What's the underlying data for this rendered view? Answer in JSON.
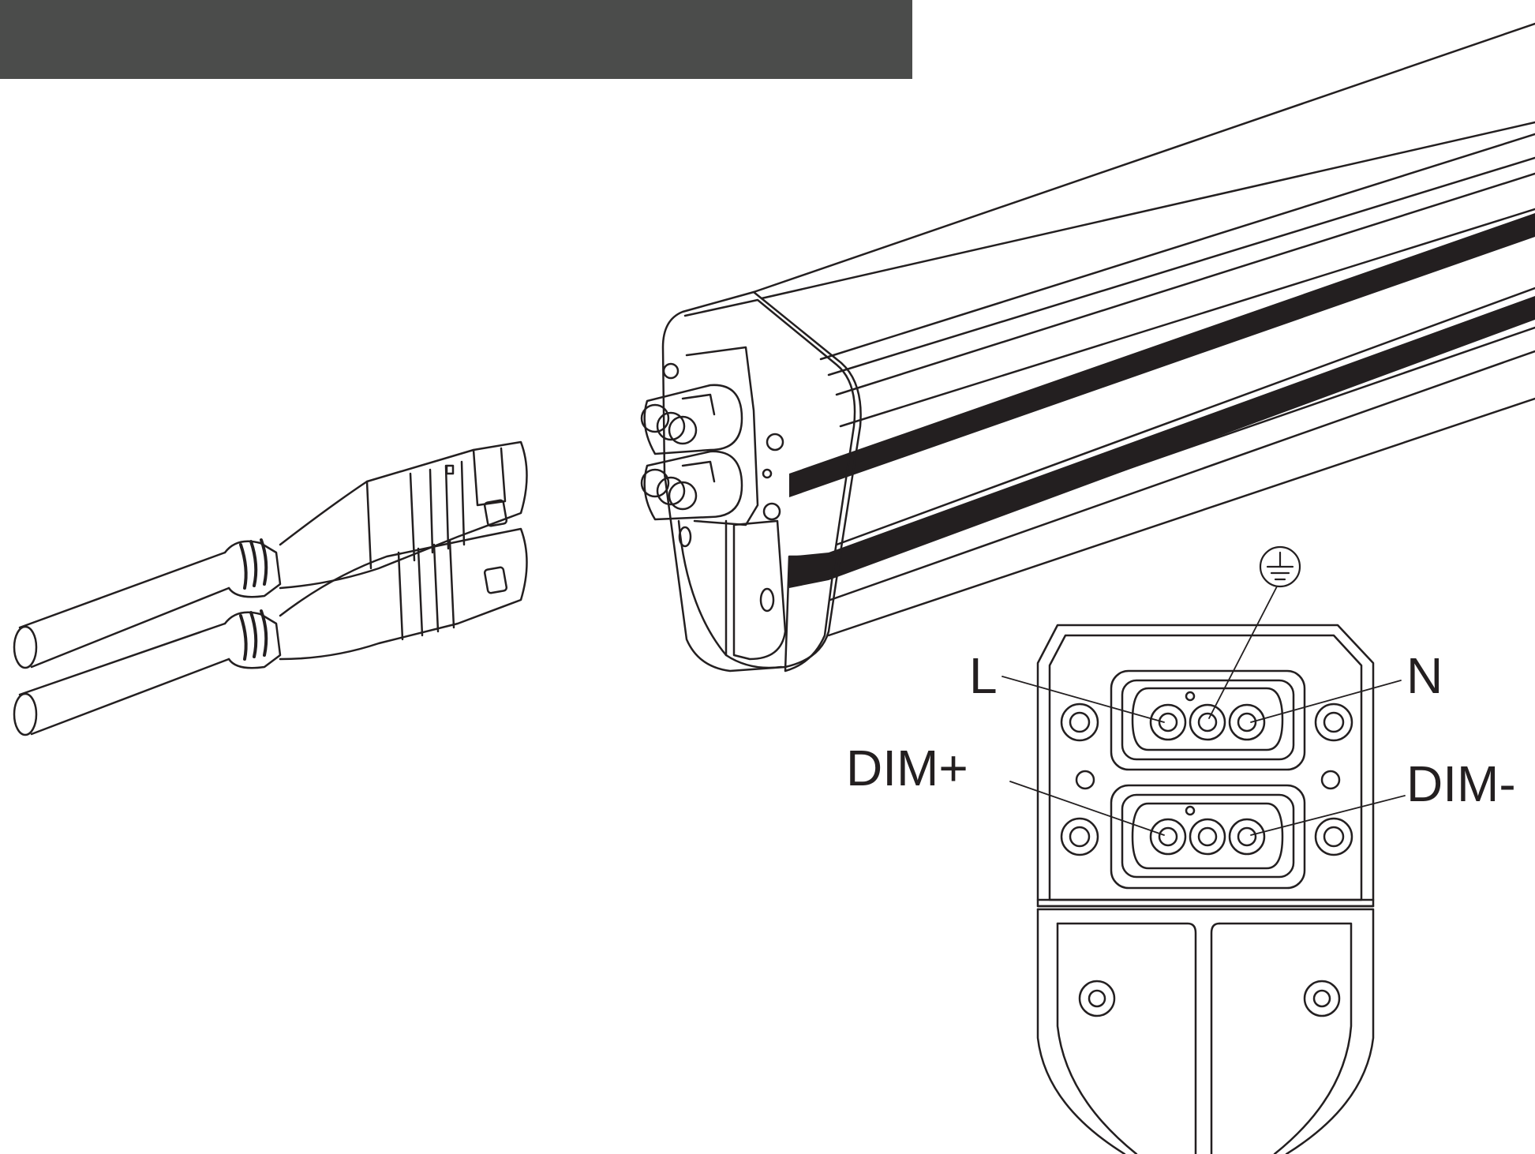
{
  "header": {
    "bar_color": "#4b4c4b"
  },
  "pin_labels": {
    "live": "L",
    "neutral": "N",
    "dim_plus": "DIM+",
    "dim_minus": "DIM-",
    "ground_symbol": "ground-icon"
  },
  "colors": {
    "line": "#231f20",
    "background": "#ffffff"
  }
}
